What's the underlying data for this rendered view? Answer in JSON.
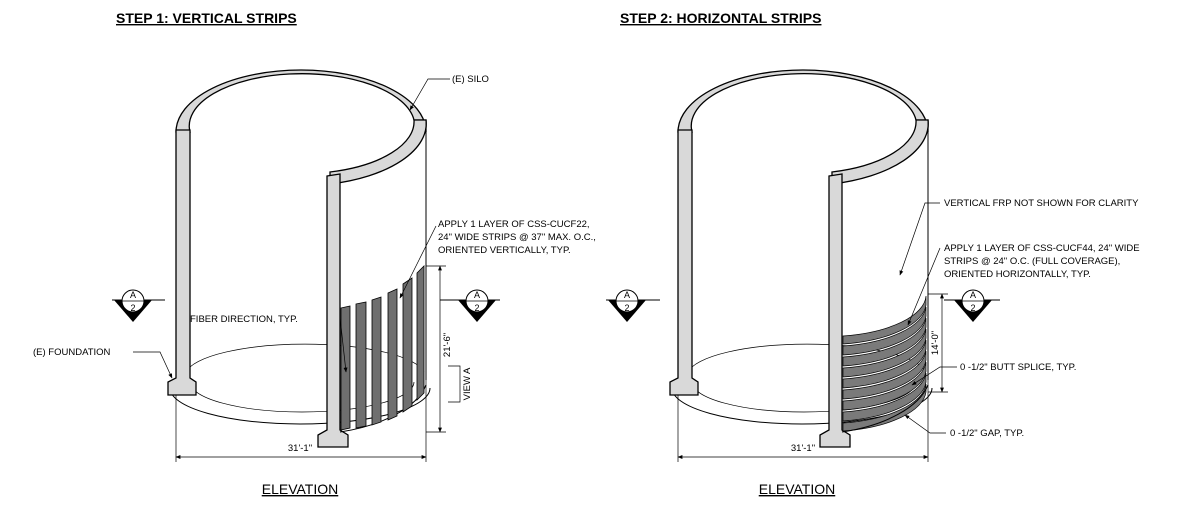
{
  "step1": {
    "title": "STEP 1: VERTICAL STRIPS",
    "silo_label": "(E) SILO",
    "foundation_label": "(E) FOUNDATION",
    "fiber_label": "FIBER DIRECTION, TYP.",
    "apply_lines": [
      "APPLY 1 LAYER OF CSS-CUCF22,",
      "24\" WIDE STRIPS @ 37\" MAX. O.C.,",
      "ORIENTED VERTICALLY, TYP."
    ],
    "height_dim": "21'-6\"",
    "view_label": "VIEW A",
    "width_dim": "31'-1\"",
    "elevation": "ELEVATION",
    "section_mark": {
      "letter": "A",
      "number": "2"
    }
  },
  "step2": {
    "title": "STEP 2: HORIZONTAL STRIPS",
    "not_shown_label": "VERTICAL FRP NOT SHOWN FOR CLARITY",
    "apply_lines": [
      "APPLY 1 LAYER OF CSS-CUCF44,  24\" WIDE",
      "STRIPS @ 24\" O.C. (FULL COVERAGE),",
      "ORIENTED HORIZONTALLY, TYP."
    ],
    "height_dim": "14'-0\"",
    "butt_splice": "0 -1/2\" BUTT SPLICE, TYP.",
    "gap_label": "0 -1/2\" GAP, TYP.",
    "width_dim": "31'-1\"",
    "elevation": "ELEVATION",
    "section_mark": {
      "letter": "A",
      "number": "2"
    }
  }
}
